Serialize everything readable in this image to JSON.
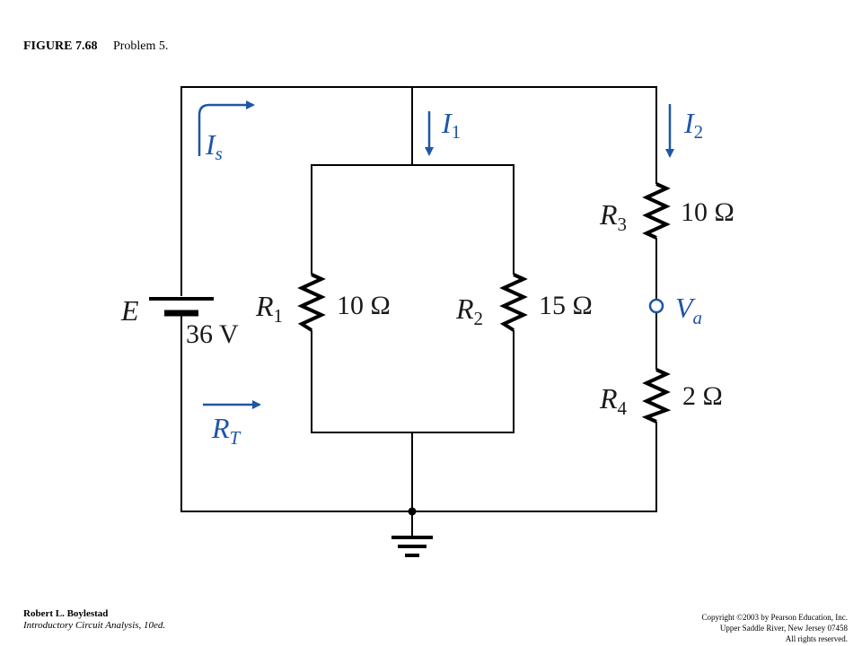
{
  "caption": {
    "figure": "FIGURE 7.68",
    "title": "Problem 5."
  },
  "labels": {
    "Is": {
      "main": "I",
      "sub": "s"
    },
    "I1": {
      "main": "I",
      "sub": "1"
    },
    "I2": {
      "main": "I",
      "sub": "2"
    },
    "E": "E",
    "E_value": "36 V",
    "R1": {
      "main": "R",
      "sub": "1",
      "value": "10 Ω"
    },
    "R2": {
      "main": "R",
      "sub": "2",
      "value": "15 Ω"
    },
    "R3": {
      "main": "R",
      "sub": "3",
      "value": "10 Ω"
    },
    "R4": {
      "main": "R",
      "sub": "4",
      "value": "2 Ω"
    },
    "Va": {
      "main": "V",
      "sub": "a"
    },
    "RT": {
      "main": "R",
      "sub": "T"
    }
  },
  "colors": {
    "wire": "#000000",
    "annotation": "#1e56a6"
  },
  "footer": {
    "author": "Robert L. Boylestad",
    "book": "Introductory Circuit Analysis, 10ed.",
    "copyright": "Copyright ©2003 by Pearson Education, Inc.",
    "address": "Upper Saddle River, New Jersey 07458",
    "rights": "All rights reserved."
  }
}
